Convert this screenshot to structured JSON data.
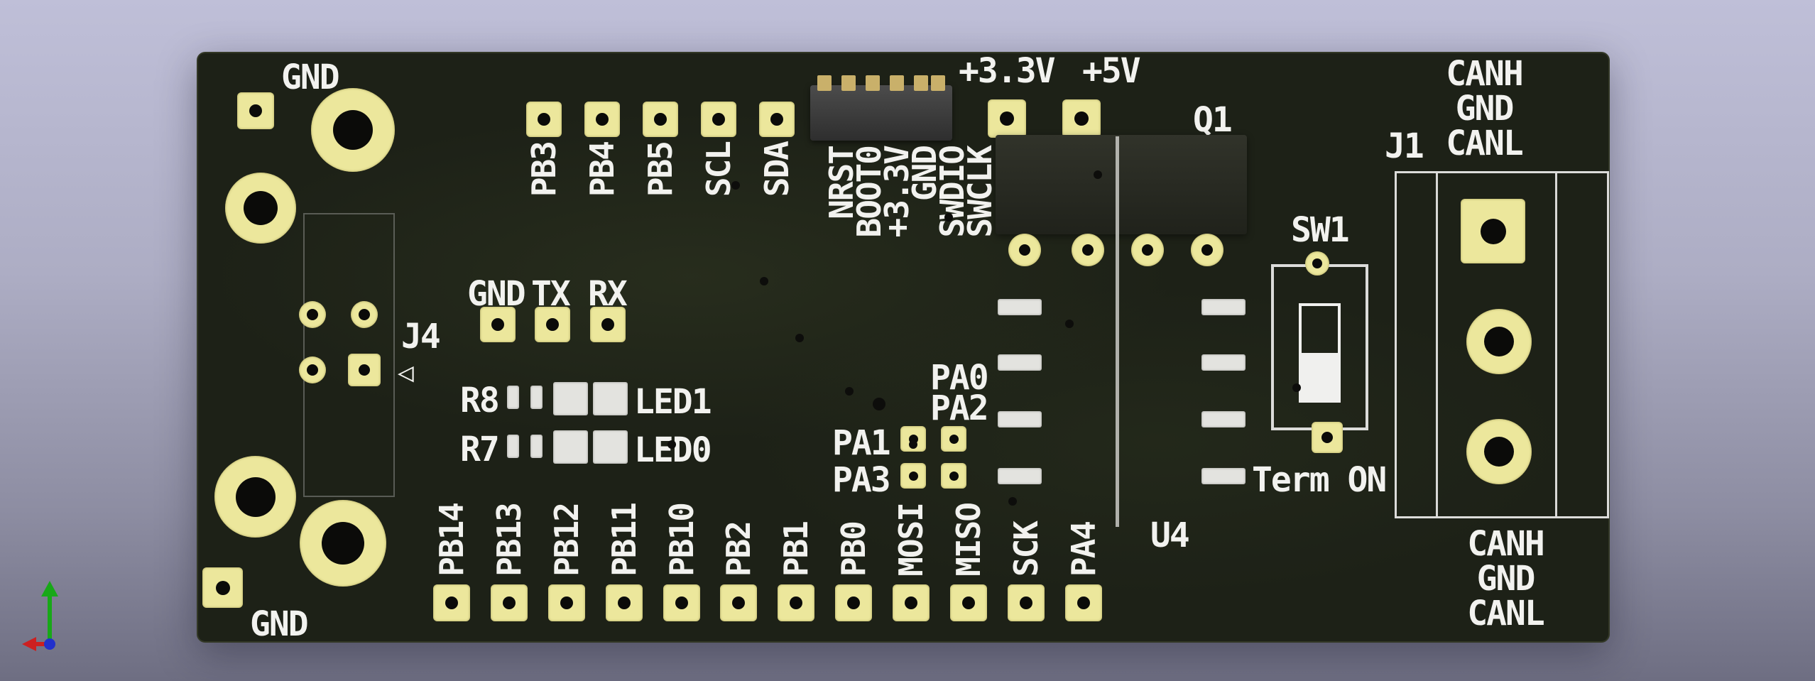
{
  "scene": {
    "bg_top": "#bfbfd8",
    "bg_bottom": "#6e6e82",
    "board_color": "#1d2117",
    "pad_color": "#ece79c",
    "silkscreen_color": "#f2f2ef"
  },
  "axis": {
    "x_color": "#cc2020",
    "y_color": "#18a818",
    "z_color": "#2230cc"
  },
  "icons": {
    "pin1_arrow": "◁"
  },
  "mount": {
    "gnd_top": "GND",
    "gnd_bottom": "GND"
  },
  "header_top": {
    "pins": [
      "PB3",
      "PB4",
      "PB5",
      "SCL",
      "SDA"
    ]
  },
  "swd": {
    "pins": [
      "NRST",
      "BOOT0",
      "+3.3V",
      "GND",
      "SWDIO",
      "SWCLK"
    ]
  },
  "power": {
    "v33": "+3.3V",
    "v5": "+5V"
  },
  "refs": {
    "q1": "Q1",
    "sw1": "SW1",
    "j1": "J1",
    "j4": "J4",
    "u4": "U4",
    "r8": "R8",
    "r7": "R7",
    "led1": "LED1",
    "led0": "LED0"
  },
  "uart": {
    "pins": [
      "GND",
      "TX",
      "RX"
    ]
  },
  "analog": {
    "pa0": "PA0",
    "pa2": "PA2",
    "pa1": "PA1",
    "pa3": "PA3"
  },
  "header_bottom": {
    "pins": [
      "PB14",
      "PB13",
      "PB12",
      "PB11",
      "PB10",
      "PB2",
      "PB1",
      "PB0",
      "MOSI",
      "MISO",
      "SCK",
      "PA4"
    ]
  },
  "termination": {
    "label": "Term ON"
  },
  "can": {
    "top": [
      "CANH",
      "GND",
      "CANL"
    ],
    "bottom": [
      "CANH",
      "GND",
      "CANL"
    ]
  }
}
